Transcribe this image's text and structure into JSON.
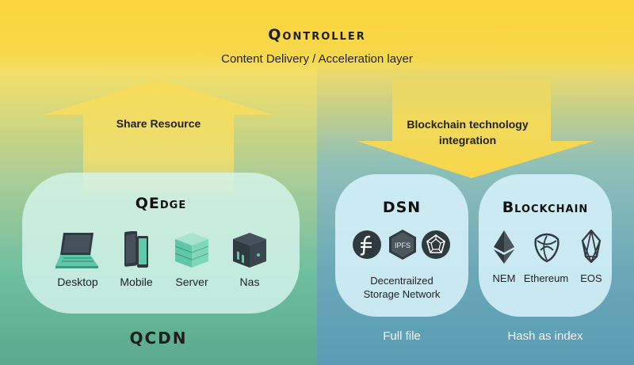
{
  "header": {
    "title": "Qontroller",
    "subtitle": "Content Delivery / Acceleration layer"
  },
  "left": {
    "arrow_label": "Share Resource",
    "cloud_title": "QEdge",
    "devices": [
      {
        "label": "Desktop",
        "icon": "laptop-icon"
      },
      {
        "label": "Mobile",
        "icon": "mobile-icon"
      },
      {
        "label": "Server",
        "icon": "server-icon"
      },
      {
        "label": "Nas",
        "icon": "nas-icon"
      }
    ],
    "footer": "QCDN"
  },
  "right": {
    "arrow_label_line1": "Blockchain technology",
    "arrow_label_line2": "integration",
    "dsn": {
      "title": "DSN",
      "icons": [
        "filecoin-icon",
        "ipfs-icon",
        "storj-icon"
      ],
      "ipfs_text": "IPFS",
      "desc_line1": "Decentrailzed",
      "desc_line2": "Storage Network",
      "footer": "Full file"
    },
    "blockchain": {
      "title": "Blockchain",
      "items": [
        {
          "label": "NEM",
          "icon": "nem-eth-diamond-icon"
        },
        {
          "label": "Ethereum",
          "icon": "ethereum-knot-icon"
        },
        {
          "label": "EOS",
          "icon": "eos-icon"
        }
      ],
      "footer": "Hash as index"
    }
  },
  "colors": {
    "yellow": "#f9d64a",
    "green": "#6ebfa0",
    "blue": "#5b9cb4",
    "dark_icon": "#2f3a40",
    "teal_icon": "#5ec8a8"
  }
}
